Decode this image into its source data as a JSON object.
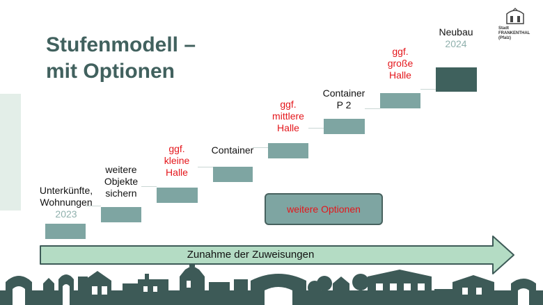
{
  "title": {
    "line1": "Stufenmodell –",
    "line2": "mit Optionen"
  },
  "logo": {
    "line1": "Stadt",
    "line2": "FRANKENTHAL (Pfalz)"
  },
  "steps": [
    {
      "lines": [
        "Unterkünfte,",
        "Wohnungen"
      ],
      "year": "2023"
    },
    {
      "lines": [
        "weitere",
        "Objekte",
        "sichern"
      ]
    },
    {
      "lines": [
        "ggf.",
        "kleine",
        "Halle"
      ]
    },
    {
      "lines": [
        "Container"
      ]
    },
    {
      "lines": [
        "ggf.",
        "mittlere",
        "Halle"
      ]
    },
    {
      "lines": [
        "Container",
        "P 2"
      ]
    },
    {
      "lines": [
        "ggf.",
        "große",
        "Halle"
      ]
    },
    {
      "lines": [
        "Neubau"
      ],
      "year": "2024"
    }
  ],
  "options_box": {
    "label": "weitere Optionen"
  },
  "arrow": {
    "label": "Zunahme der Zuweisungen"
  },
  "colors": {
    "title": "#41615e",
    "step_light": "#7ea5a2",
    "step_dark": "#3f615d",
    "highlight_red": "#e4161b",
    "year": "#8fb0ac",
    "arrow_fill": "#b4dcc4",
    "skyline": "#3d5a57"
  }
}
